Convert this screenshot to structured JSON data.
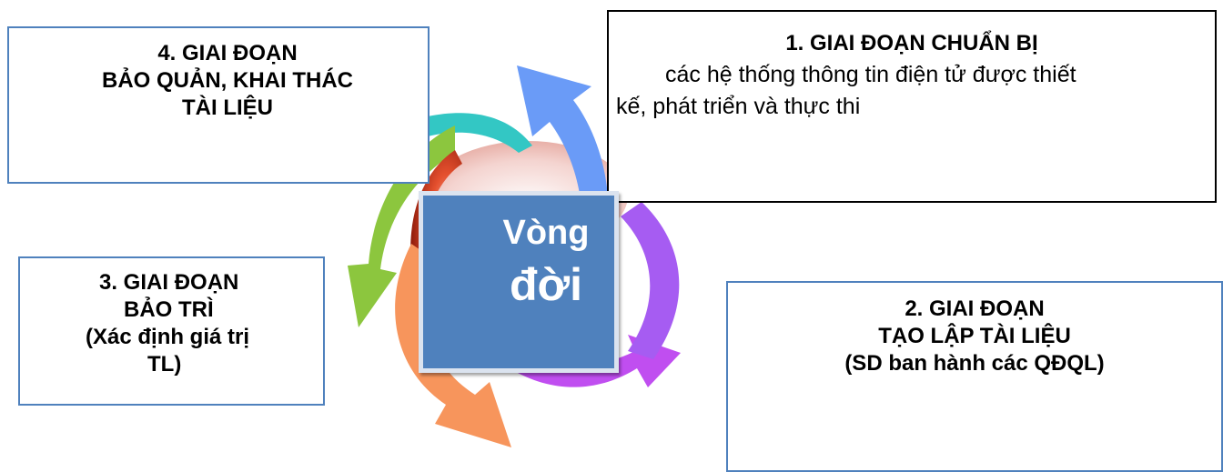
{
  "center": {
    "line1": "Vòng",
    "line2": "đời"
  },
  "stages": {
    "stage1": {
      "title": "1. GIAI ĐOẠN CHUẨN BỊ",
      "desc_line1": "các hệ thống thông tin điện tử được thiết",
      "desc_line2": "kế, phát triển và thực thi"
    },
    "stage2": {
      "line1": "2. GIAI ĐOẠN",
      "line2": "TẠO LẬP TÀI LIỆU",
      "line3": "(SD ban hành các QĐQL)"
    },
    "stage3": {
      "line1": "3. GIAI ĐOẠN",
      "line2": "BẢO TRÌ",
      "line3": "(Xác định giá trị",
      "line4": "TL)"
    },
    "stage4": {
      "line1": "4. GIAI ĐOẠN",
      "line2": "BẢO QUẢN, KHAI THÁC",
      "line3": "TÀI LIỆU"
    }
  },
  "colors": {
    "box_border_blue": "#4f81bd",
    "center_fill": "#4f81bd",
    "arrow_blue": "#6a9bf7",
    "arrow_purple": "#a65cf2",
    "arrow_violet": "#c04ef0",
    "arrow_orange": "#f7955c",
    "arrow_green": "#8cc63e",
    "arrow_teal": "#33c7c4",
    "arrow_red": "#e23b1c"
  }
}
